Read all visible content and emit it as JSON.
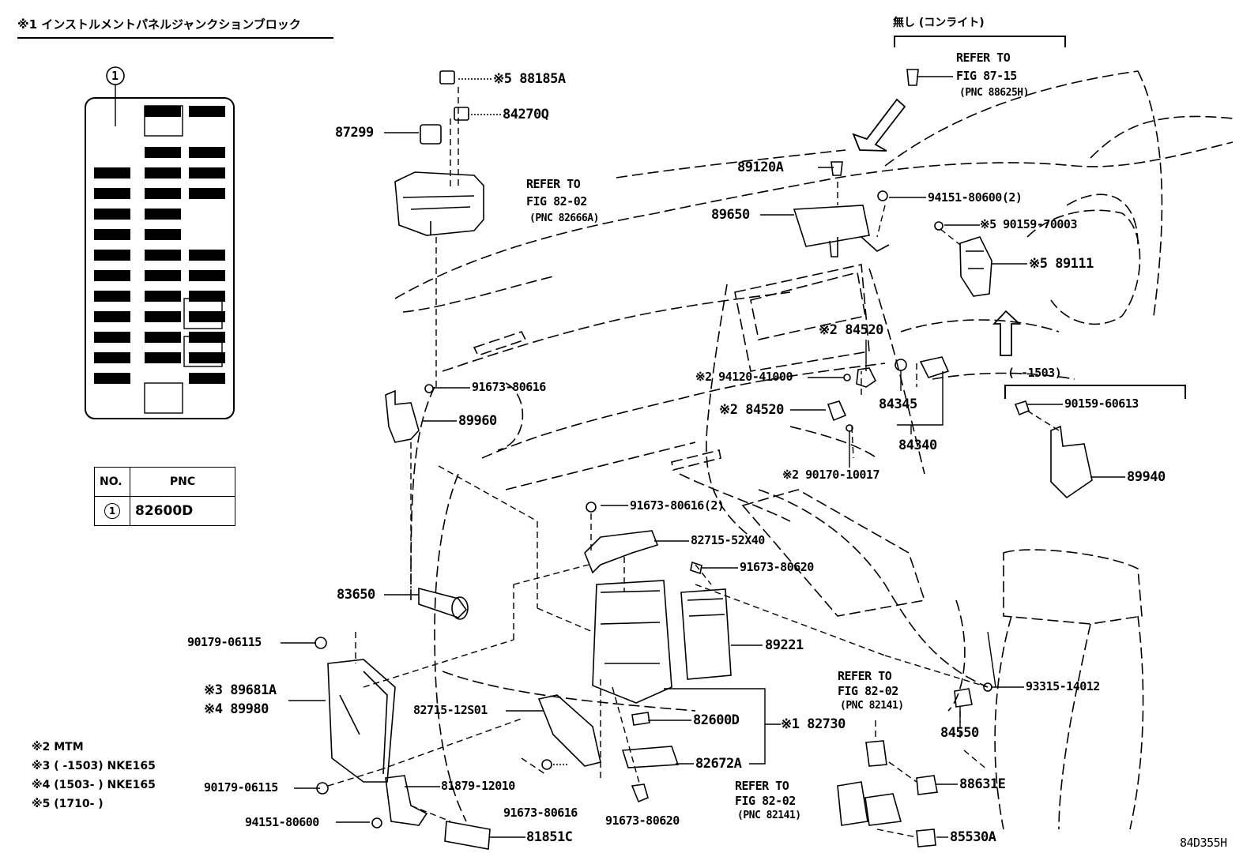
{
  "title": "※1 インストルメントパネルジャンクションブロック",
  "variant_note": "無し (コンライト)",
  "fuse_box_callout": "1",
  "pnc_table": {
    "headers": [
      "NO.",
      "PNC"
    ],
    "rows": [
      {
        "no": "1",
        "pnc": "82600D"
      }
    ]
  },
  "refer_notes": [
    {
      "line1": "REFER TO",
      "line2": "FIG 87-15",
      "line3": "(PNC 88625H)"
    },
    {
      "line1": "REFER TO",
      "line2": "FIG 82-02",
      "line3": "(PNC 82666A)"
    },
    {
      "line1": "REFER TO",
      "line2": "FIG 82-02",
      "line3": "(PNC 82141)"
    },
    {
      "line1": "REFER TO",
      "line2": "FIG 82-02",
      "line3": "(PNC 82141)"
    }
  ],
  "date_range_note": "(      -1503)",
  "part_labels": [
    "※5 88185A",
    "84270Q",
    "87299",
    "89120A",
    "94151-80600(2)",
    "89650",
    "※5 90159-70003",
    "※5 89111",
    "※2 84520",
    "※2 94120-41000",
    "84345",
    "※2 84520",
    "84340",
    "※2 90170-10017",
    "90159-60613",
    "89940",
    "91673-80616",
    "89960",
    "91673-80616(2)",
    "82715-52X40",
    "91673-80620",
    "83650",
    "90179-06115",
    "89221",
    "※3 89681A",
    "※4 89980",
    "82715-12S01",
    "82600D",
    "※1 82730",
    "82672A",
    "90179-06115",
    "81879-12010",
    "91673-80616",
    "91673-80620",
    "94151-80600",
    "81851C",
    "93315-14012",
    "84550",
    "88631E",
    "85530A"
  ],
  "footnotes": [
    "※2 MTM",
    "※3 (      -1503) NKE165",
    "※4 (1503-      ) NKE165",
    "※5 (1710-      )"
  ],
  "figure_code": "84D355H"
}
